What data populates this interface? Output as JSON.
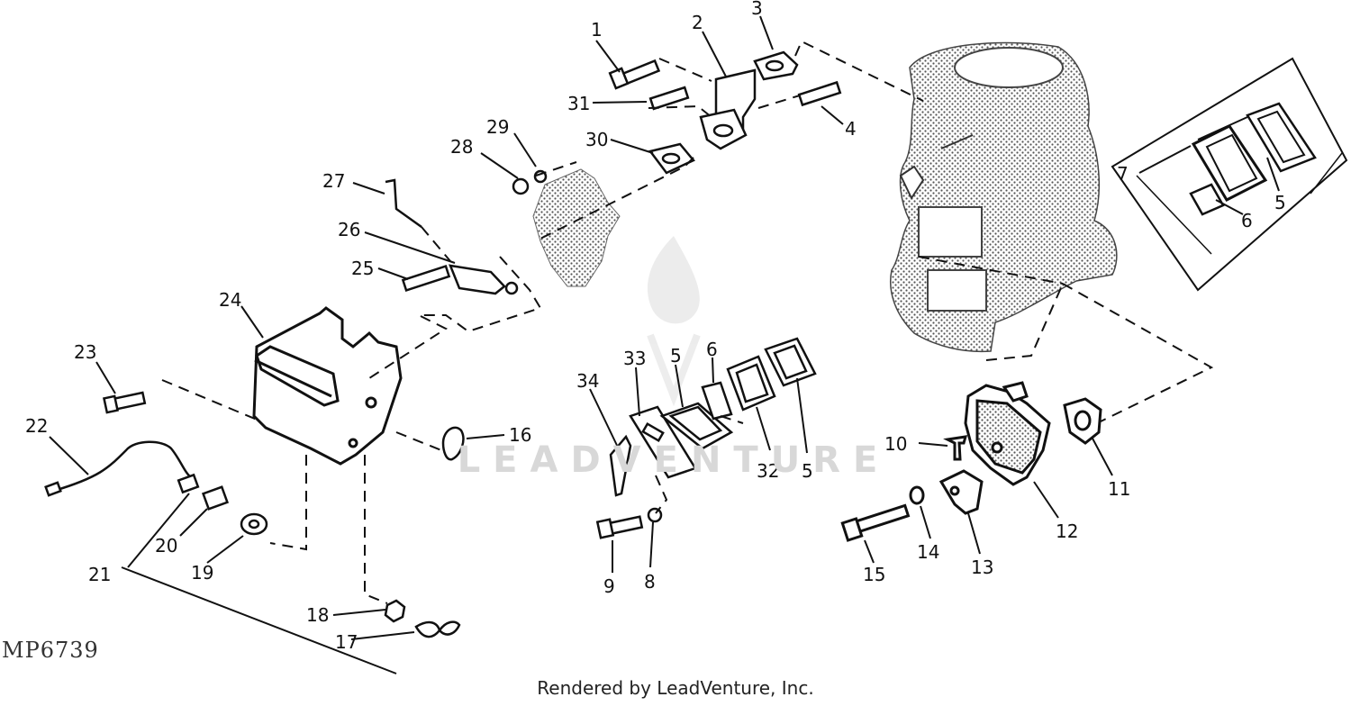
{
  "callouts": [
    "1",
    "2",
    "3",
    "4",
    "5",
    "6",
    "7",
    "8",
    "9",
    "10",
    "11",
    "12",
    "13",
    "14",
    "15",
    "16",
    "17",
    "18",
    "19",
    "20",
    "21",
    "22",
    "23",
    "24",
    "25",
    "26",
    "27",
    "28",
    "29",
    "30",
    "31",
    "32",
    "33",
    "34"
  ],
  "inset": {
    "callouts": {
      "kit": "7",
      "gasket": "5",
      "insulator": "6"
    }
  },
  "group_callouts": {
    "gasket_left": "5",
    "insulator_mid": "6",
    "gasket_right": "5"
  },
  "drawing_id": "MP6739",
  "watermark": "LEADVENTURE",
  "footer": "Rendered by LeadVenture, Inc."
}
